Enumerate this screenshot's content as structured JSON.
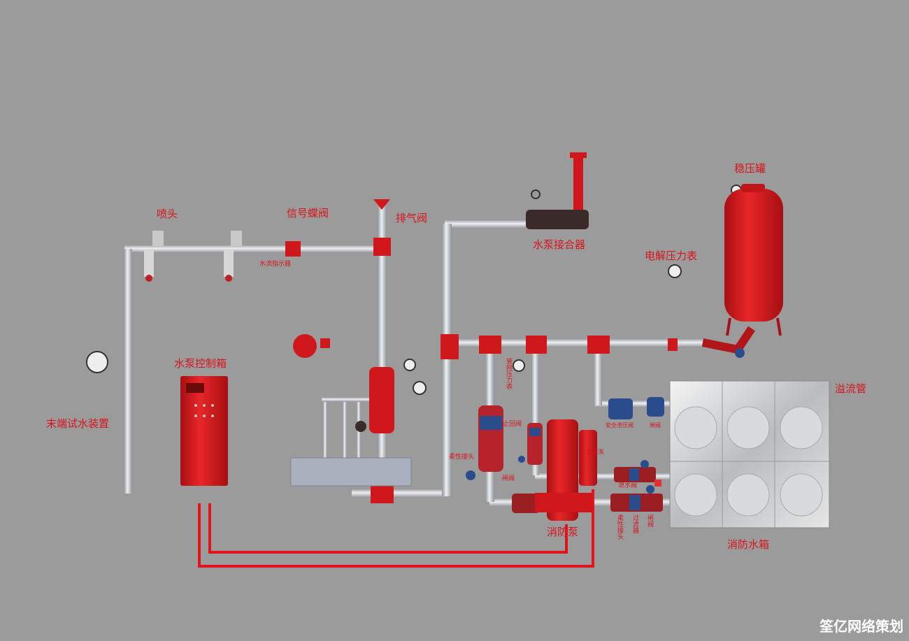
{
  "labels": {
    "sprinkler": "喷头",
    "signal_butterfly_valve": "信号蝶阀",
    "air_vent_valve": "排气阀",
    "pump_adapter": "水泵接合器",
    "pressure_tank": "稳压罐",
    "electric_pressure_gauge": "电解压力表",
    "water_flow_indicator": "水流指示器",
    "end_test_device": "末端试水装置",
    "pump_control_box": "水泵控制箱",
    "overflow_pipe": "溢流管",
    "network_pressure_gauge": "管网压力表",
    "check_valve": "止回阀",
    "flexible_joint_left": "柔性接头",
    "gate_valve_left": "闸阀",
    "stabilizer_pump": "稳压泵",
    "safety_relief_valve": "安全泄压阀",
    "gate_valve_right": "闸阀",
    "drain_valve": "泄水阀",
    "flexible_joint_bottom": "柔性接头",
    "filter": "过滤器",
    "gate_valve_bottom": "闸阀",
    "fire_pump": "消防泵",
    "fire_water_tank": "消防水箱"
  },
  "watermark": "筌亿网络策划",
  "colors": {
    "background": "#9b9b9b",
    "label": "#d8141b",
    "equipment": "#d0181c",
    "pipe": "#cfd2d6",
    "valve_blue": "#2b4c8c"
  }
}
